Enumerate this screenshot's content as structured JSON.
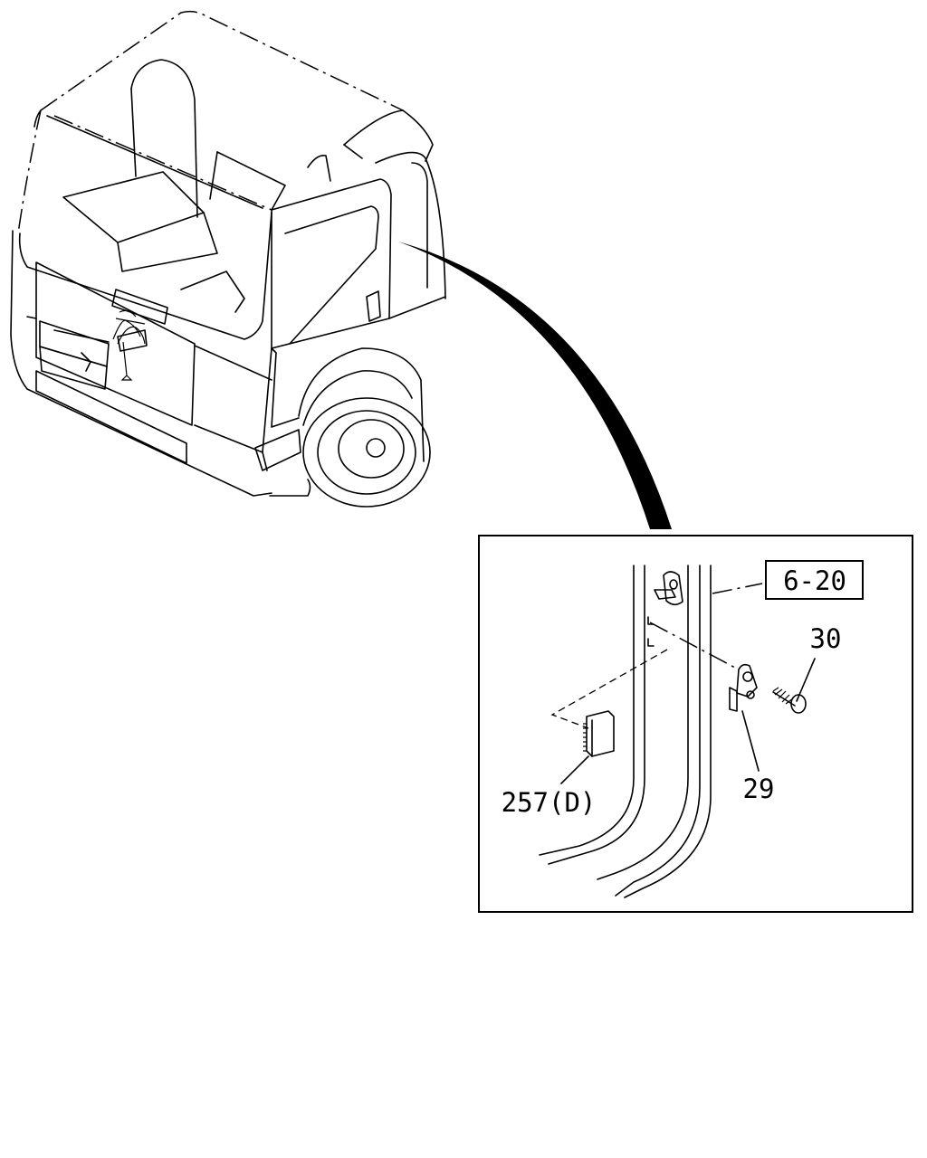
{
  "diagram": {
    "callouts": {
      "ref_box": "6-20",
      "bolt": "30",
      "striker": "29",
      "switch": "257(D)"
    }
  }
}
